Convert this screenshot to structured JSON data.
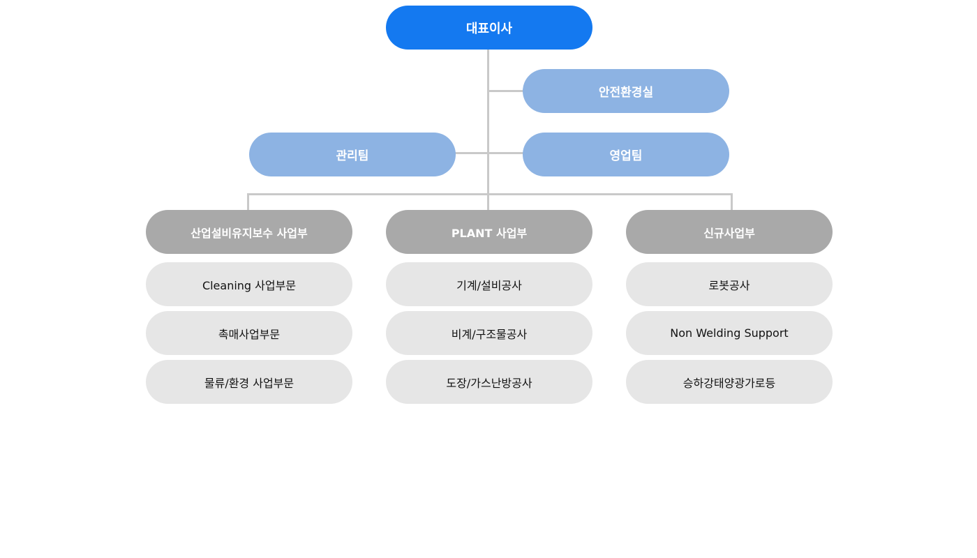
{
  "ceo": {
    "label": "대표이사"
  },
  "staff": {
    "safety": "안전환경실",
    "management": "관리팀",
    "sales": "영업팀"
  },
  "divisions": [
    {
      "label": "산업설비유지보수 사업부",
      "units": [
        "Cleaning 사업부문",
        "촉매사업부문",
        "물류/환경 사업부문"
      ]
    },
    {
      "label": "PLANT 사업부",
      "units": [
        "기계/설비공사",
        "비계/구조물공사",
        "도장/가스난방공사"
      ]
    },
    {
      "label": "신규사업부",
      "units": [
        "로봇공사",
        "Non Welding Support",
        "승하강태양광가로등"
      ]
    }
  ],
  "colors": {
    "ceo": "#1479f0",
    "staff": "#8db3e3",
    "division": "#a9a9a9",
    "unit": "#e6e6e6",
    "connector": "#c9c9c9"
  }
}
